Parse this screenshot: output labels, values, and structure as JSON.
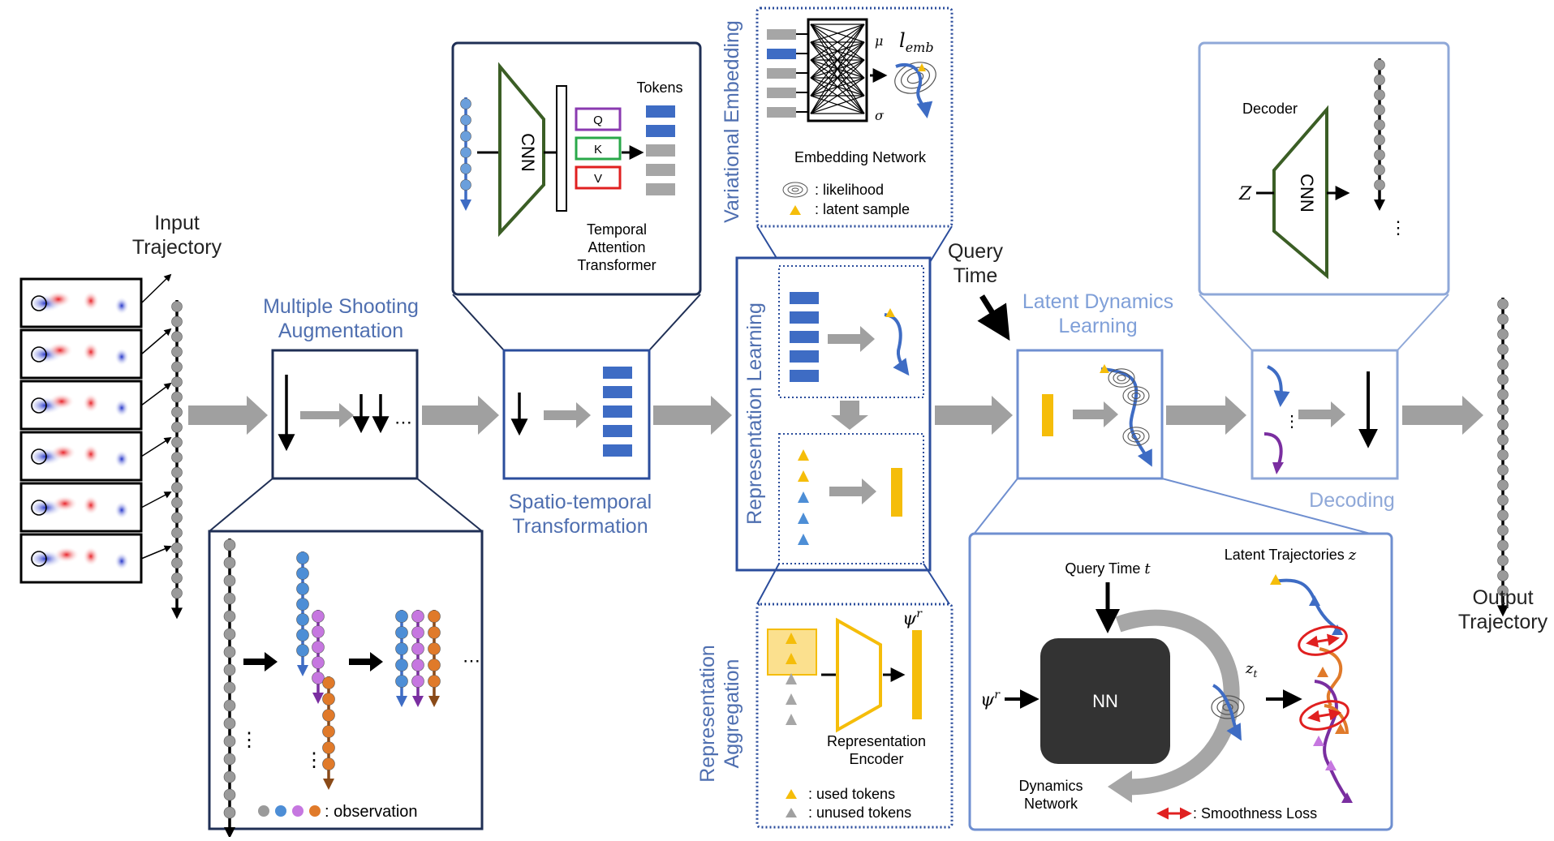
{
  "labels": {
    "input_trajectory": [
      "Input",
      "Trajectory"
    ],
    "output_trajectory": [
      "Output",
      "Trajectory"
    ],
    "multiple_shooting": [
      "Multiple Shooting",
      "Augmentation"
    ],
    "spatio_temporal": [
      "Spatio-temporal",
      "Transformation"
    ],
    "variational_embedding": "Variational Embedding",
    "representation_learning": "Representation Learning",
    "representation_aggregation": [
      "Representation",
      "Aggregation"
    ],
    "query_time": [
      "Query",
      "Time"
    ],
    "latent_dynamics": [
      "Latent Dynamics",
      "Learning"
    ],
    "decoding": "Decoding"
  },
  "cnn_panel": {
    "cnn": "CNN",
    "tokens": "Tokens",
    "q": "Q",
    "k": "K",
    "v": "V",
    "transformer": [
      "Temporal",
      "Attention",
      "Transformer"
    ]
  },
  "embedding_panel": {
    "mu": "μ",
    "sigma": "σ",
    "l_emb": "l",
    "l_emb_sub": "emb",
    "network": "Embedding Network",
    "legend_likelihood": ": likelihood",
    "legend_latent": ": latent sample"
  },
  "aggregation_panel": {
    "psi": "ψ",
    "psi_sup": "r",
    "encoder": [
      "Representation",
      "Encoder"
    ],
    "legend_used": ": used tokens",
    "legend_unused": ": unused tokens"
  },
  "shooting_panel": {
    "legend": ": observation",
    "ellipsis": "⋯",
    "vdots": "⋮"
  },
  "decoder_panel": {
    "title": "Decoder",
    "cnn": "CNN",
    "z": "Z"
  },
  "dynamics_panel": {
    "query_time": "Query Time ",
    "t": "t",
    "latent": "Latent Trajectories ",
    "z": "z",
    "nn": "NN",
    "network": [
      "Dynamics",
      "Network"
    ],
    "psi": "ψ",
    "psi_sup": "r",
    "zt": "z",
    "zt_sub": "t",
    "smooth": ": Smoothness Loss"
  },
  "colors": {
    "title_blue": "#4f6fb0",
    "light_blue": "#8fa8d8",
    "token_blue": "#3e6cc4",
    "token_gray": "#a6a6a6",
    "cnn_green": "#3b5e25",
    "yellow": "#f5bd0a",
    "purple": "#7a2ea0",
    "orange": "#e07a2a",
    "red": "#e02020",
    "arrow_gray": "#a0a0a0"
  }
}
